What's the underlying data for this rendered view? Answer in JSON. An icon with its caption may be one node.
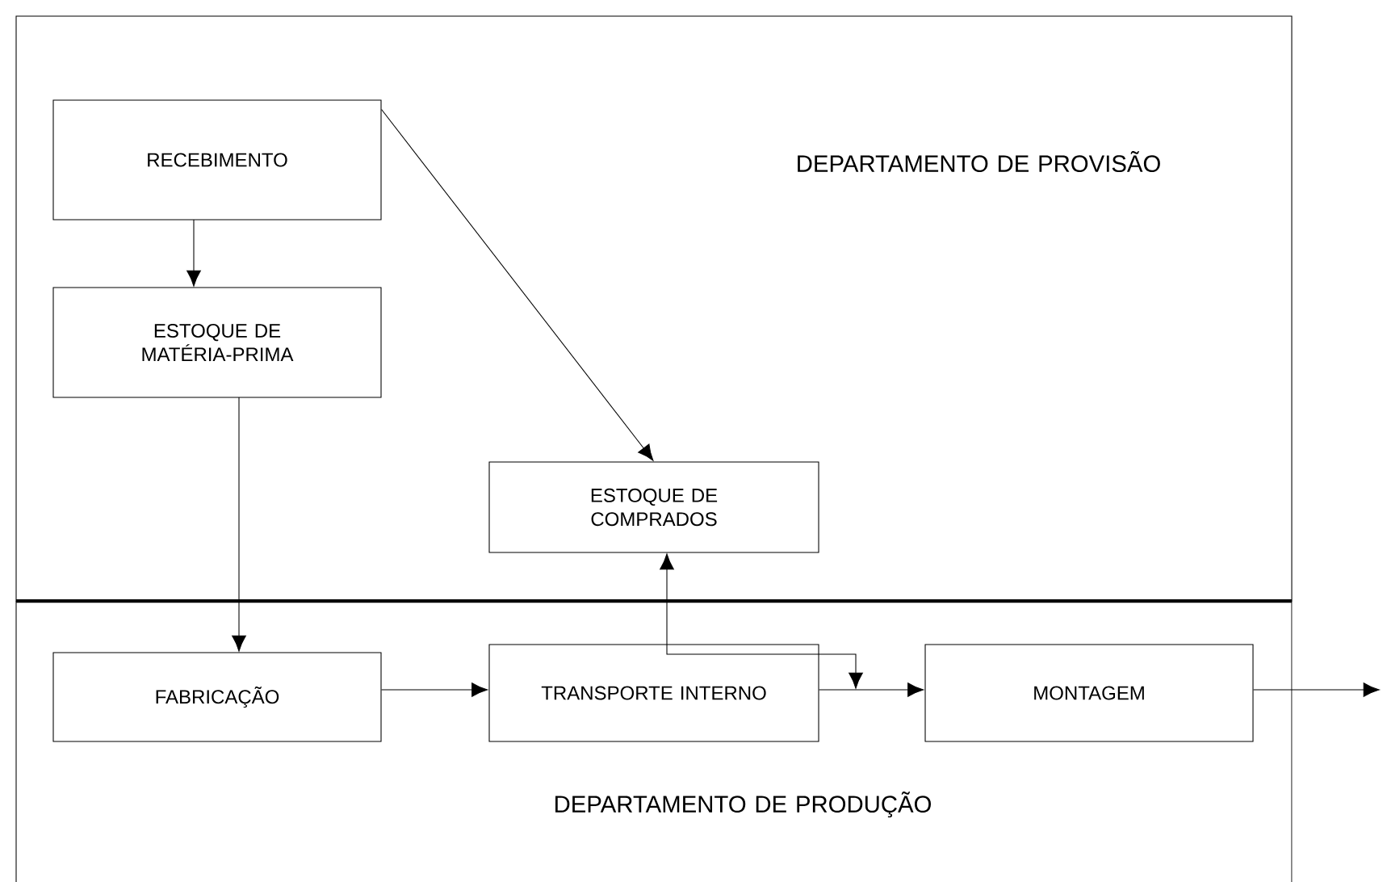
{
  "diagram": {
    "nodes": [
      {
        "text": [
          "DEPARTAMENTO DE PROVISÃO"
        ]
      },
      {
        "text": [
          "RECEBIMENTO"
        ],
        "in": 0
      },
      {
        "text": [
          "ESTOQUE DE MATÉRIA-PRIMA"
        ],
        "in": 0
      },
      {
        "text": [
          "ESTOQUE DE COMPRADOS"
        ],
        "in": 0
      },
      {
        "text": [
          "DEPARTAMENTO DE PRODUÇÃO"
        ]
      },
      {
        "text": [
          "FABRICAÇÃO"
        ],
        "in": 4
      },
      {
        "text": [
          "TRANSPORTE INTERNO"
        ],
        "in": 4
      },
      {
        "text": [
          "MONTAGEM"
        ],
        "in": 4
      }
    ],
    "edges": [
      {
        "from": 1,
        "to": 2,
        "arrow": "to"
      },
      {
        "from": 1,
        "to": 3,
        "arrow": "to"
      },
      {
        "from": 2,
        "to": 5,
        "arrow": "to"
      },
      {
        "from": 5,
        "to": 6,
        "arrow": "to"
      },
      {
        "from": 6,
        "to": 7,
        "arrow": "to"
      },
      {
        "from": 3,
        "to": null,
        "arrow": "both"
      },
      {
        "from": 7,
        "to": null,
        "arrow": "to"
      }
    ]
  }
}
